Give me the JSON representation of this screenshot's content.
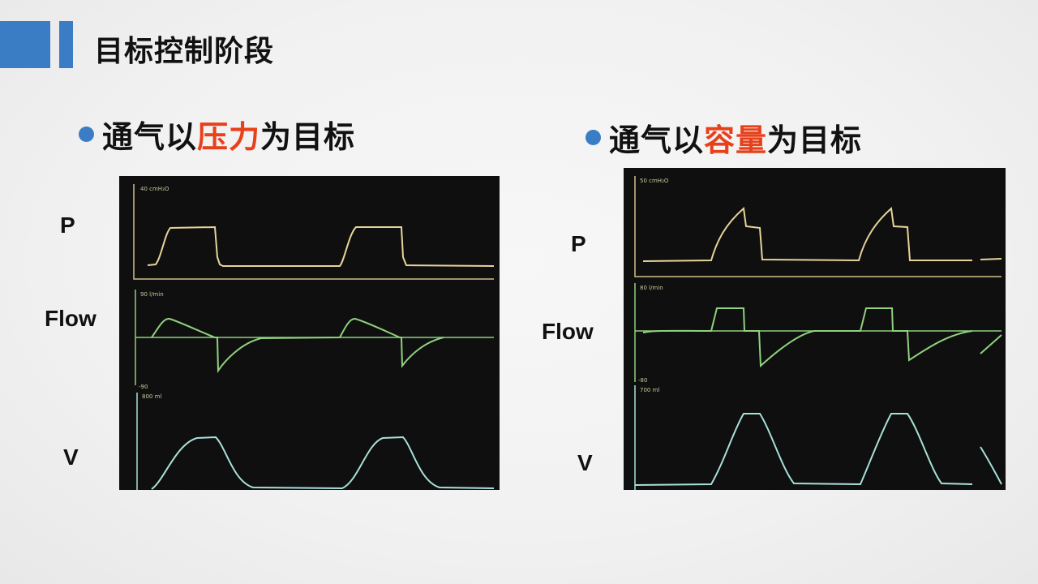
{
  "slide": {
    "title": "目标控制阶段"
  },
  "left_panel": {
    "bullet_prefix": "通气以",
    "bullet_highlight": "压力",
    "bullet_suffix": "为目标",
    "labels": {
      "p": "P",
      "flow": "Flow",
      "v": "V"
    },
    "scale_labels": {
      "pressure": "40 cmH₂O",
      "flow_max": "90 l/min",
      "flow_min": "-90",
      "volume": "800 ml"
    }
  },
  "right_panel": {
    "bullet_prefix": "通气以",
    "bullet_highlight": "容量",
    "bullet_suffix": "为目标",
    "labels": {
      "p": "P",
      "flow": "Flow",
      "v": "V"
    },
    "scale_labels": {
      "pressure": "50 cmH₂O",
      "flow_max": "80 l/min",
      "flow_min": "-80",
      "volume": "700 ml"
    }
  },
  "colors": {
    "accent": "#3a7dc4",
    "highlight": "#e8401a",
    "pressure_trace": "#e6d49a",
    "flow_trace": "#8fd17f",
    "volume_trace": "#a8e0d8",
    "monitor_bg": "#0f0f0f"
  }
}
